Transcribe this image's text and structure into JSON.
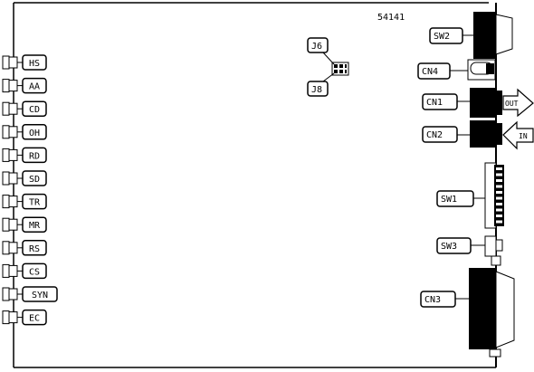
{
  "board": {
    "part_number": "54141",
    "colors": {
      "ink": "#000000",
      "paper": "#ffffff"
    }
  },
  "leds": [
    {
      "label": "HS"
    },
    {
      "label": "AA"
    },
    {
      "label": "CD"
    },
    {
      "label": "OH"
    },
    {
      "label": "RD"
    },
    {
      "label": "SD"
    },
    {
      "label": "TR"
    },
    {
      "label": "MR"
    },
    {
      "label": "RS"
    },
    {
      "label": "CS"
    },
    {
      "label": "SYN"
    },
    {
      "label": "EC"
    }
  ],
  "jumpers": {
    "j6": "J6",
    "j8": "J8"
  },
  "right_components": {
    "sw2": "SW2",
    "cn4": "CN4",
    "cn1": "CN1",
    "cn2": "CN2",
    "sw1": "SW1",
    "sw3": "SW3",
    "cn3": "CN3"
  },
  "arrows": {
    "out": "OUT",
    "in": "IN"
  }
}
